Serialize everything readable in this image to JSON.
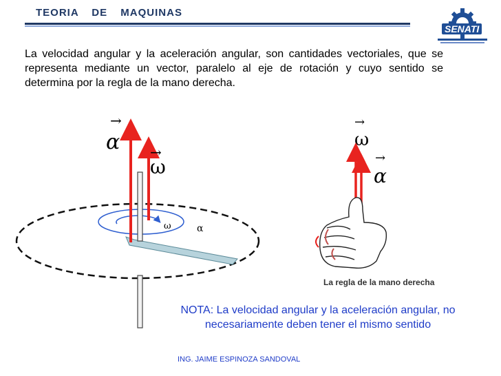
{
  "header": {
    "title": "TEORIA    DE  MAQUINAS"
  },
  "logo": {
    "wordmark": "SENATI"
  },
  "body": {
    "paragraph": "La velocidad angular y la aceleración angular, son cantidades vectoriales, que se representa mediante un vector, paralelo al eje de rotación y cuyo sentido se determina por la regla de la mano derecha."
  },
  "figure_left": {
    "alpha_symbol": "α",
    "omega_symbol": "ω",
    "arrow_symbol": "→",
    "small_omega": "ω",
    "small_alpha": "α"
  },
  "figure_right": {
    "omega_symbol": "ω",
    "alpha_symbol": "α",
    "arrow_symbol": "→",
    "caption": "La regla de la mano derecha"
  },
  "note": {
    "label": "NOTA",
    "text": ": La velocidad angular y la aceleración angular, no necesariamente deben tener el mismo sentido"
  },
  "footer": {
    "author": "ING.  JAIME ESPINOZA SANDOVAL"
  },
  "colors": {
    "header": "#1f3864",
    "vector_red": "#e8231f",
    "note_blue": "#1f3cc8",
    "rotation_blue": "#2f5fd0"
  }
}
